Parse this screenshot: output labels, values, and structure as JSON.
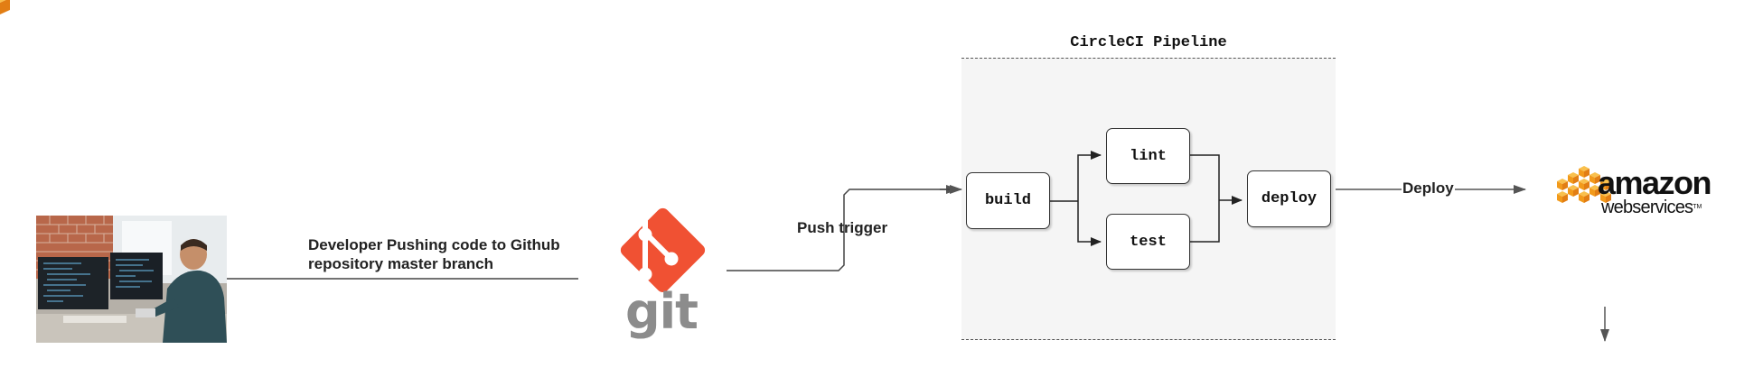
{
  "developer": {
    "image_desc": "developer-at-desk"
  },
  "push_edge": {
    "label_line1": "Developer Pushing code to Github",
    "label_line2": "repository master branch"
  },
  "git": {
    "wordmark": "git",
    "color": "#f05133",
    "text_color": "#8c8c8c"
  },
  "trigger_edge": {
    "label": "Push trigger"
  },
  "pipeline": {
    "title": "CircleCI Pipeline",
    "background": "#f5f5f5",
    "stages": {
      "build": "build",
      "lint": "lint",
      "test": "test",
      "deploy": "deploy"
    }
  },
  "deploy_edge": {
    "label": "Deploy"
  },
  "aws": {
    "wordmark": "amazon",
    "subtext": "webservices",
    "tm": "TM",
    "cube_color": "#f7a51c"
  }
}
